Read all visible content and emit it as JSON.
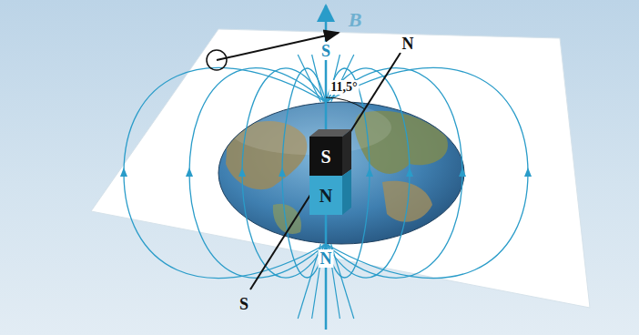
{
  "diagram": {
    "nodes": [
      {
        "text": [
          "S"
        ]
      },
      {
        "text": [
          "N"
        ]
      }
    ],
    "labels": [
      "B",
      "S",
      "11,5°",
      "N",
      "N",
      "S"
    ]
  }
}
